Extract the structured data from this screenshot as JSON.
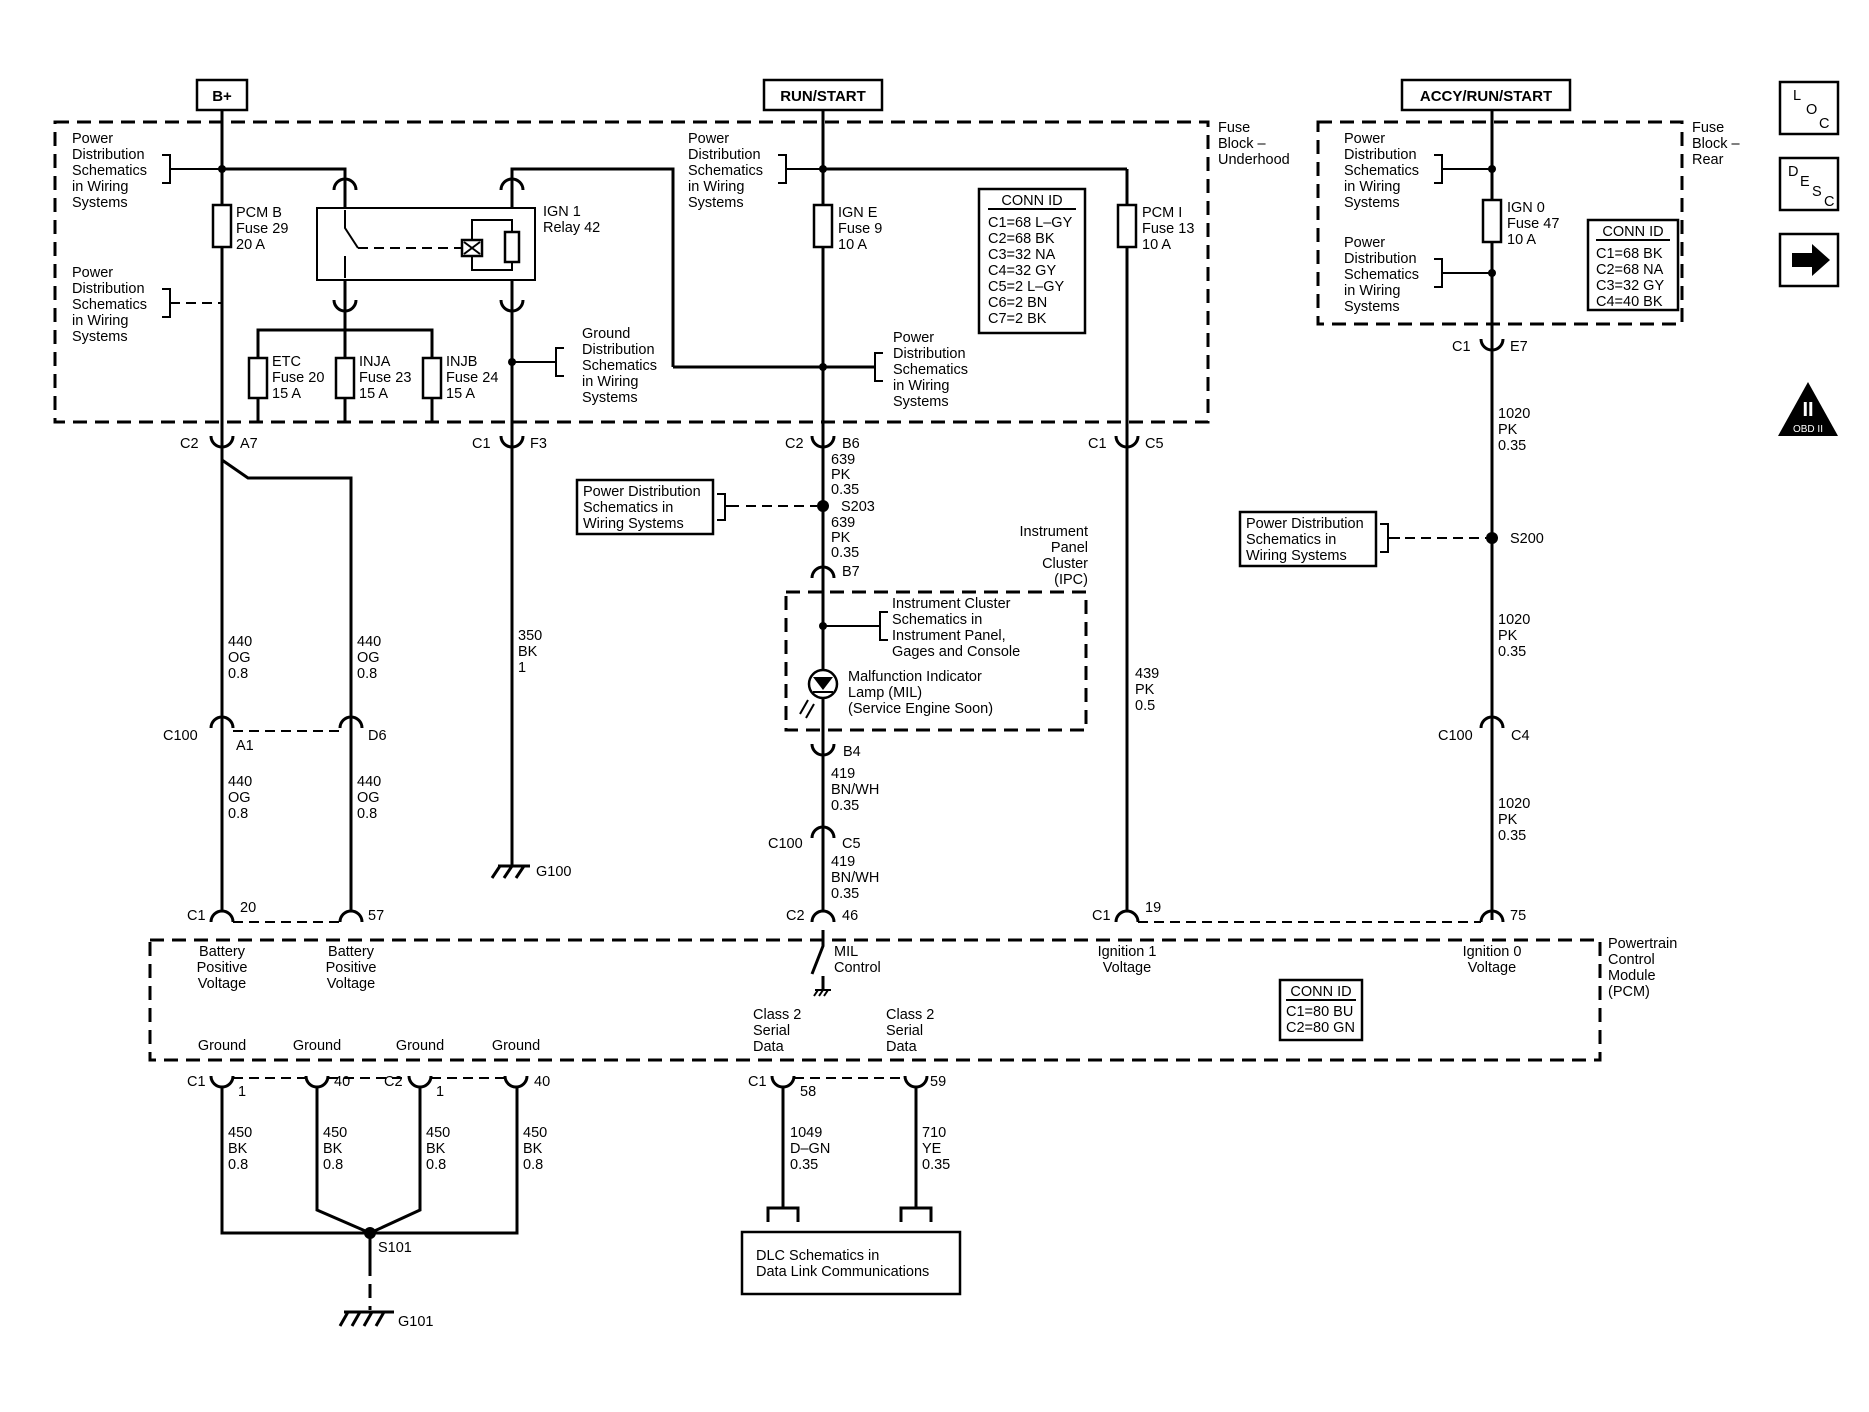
{
  "headers": {
    "bplus": "B+",
    "run_start": "RUN/START",
    "accy": "ACCY/RUN/START"
  },
  "nav": {
    "loc": [
      "L",
      "O",
      "C"
    ],
    "desc": [
      "D",
      "E",
      "S",
      "C"
    ],
    "obd": "OBD II",
    "obd_roman": "II"
  },
  "fuse_blocks": {
    "underhood": [
      "Fuse",
      "Block –",
      "Underhood"
    ],
    "rear": [
      "Fuse",
      "Block –",
      "Rear"
    ]
  },
  "refs": {
    "pd_a": [
      "Power",
      "Distribution",
      "Schematics",
      "in Wiring",
      "Systems"
    ],
    "pd_b": [
      "Power",
      "Distribution",
      "Schematics",
      "in Wiring",
      "Systems"
    ],
    "pd_c": [
      "Power",
      "Distribution",
      "Schematics",
      "in Wiring",
      "Systems"
    ],
    "pd_d": [
      "Power",
      "Distribution",
      "Schematics",
      "in Wiring",
      "Systems"
    ],
    "pd_e": [
      "Power",
      "Distribution",
      "Schematics",
      "in Wiring",
      "Systems"
    ],
    "pd_f": [
      "Power",
      "Distribution",
      "Schematics",
      "in Wiring",
      "Systems"
    ],
    "gd": [
      "Ground",
      "Distribution",
      "Schematics",
      "in Wiring",
      "Systems"
    ],
    "pd_box1": [
      "Power Distribution",
      "Schematics in",
      "Wiring Systems"
    ],
    "pd_box2": [
      "Power Distribution",
      "Schematics in",
      "Wiring Systems"
    ],
    "ic": [
      "Instrument Cluster",
      "Schematics in",
      "Instrument Panel,",
      "Gages and Console"
    ],
    "dlc": [
      "DLC Schematics in",
      "Data Link Communications"
    ]
  },
  "fuses": {
    "pcmb": [
      "PCM B",
      "Fuse 29",
      "20 A"
    ],
    "etc": [
      "ETC",
      "Fuse 20",
      "15 A"
    ],
    "inja": [
      "INJA",
      "Fuse 23",
      "15 A"
    ],
    "injb": [
      "INJB",
      "Fuse 24",
      "15 A"
    ],
    "igne": [
      "IGN E",
      "Fuse 9",
      "10 A"
    ],
    "pcmi": [
      "PCM I",
      "Fuse 13",
      "10 A"
    ],
    "ign0": [
      "IGN 0",
      "Fuse 47",
      "10 A"
    ]
  },
  "relay": [
    "IGN 1",
    "Relay 42"
  ],
  "conn_id_uh": {
    "title": "CONN ID",
    "lines": [
      "C1=68 L–GY",
      "C2=68 BK",
      "C3=32 NA",
      "C4=32 GY",
      "C5=2 L–GY",
      "C6=2 BN",
      "C7=2 BK"
    ]
  },
  "conn_id_rear": {
    "title": "CONN ID",
    "lines": [
      "C1=68 BK",
      "C2=68 NA",
      "C3=32 GY",
      "C4=40 BK"
    ]
  },
  "conn_id_pcm": {
    "title": "CONN ID",
    "lines": [
      "C1=80 BU",
      "C2=80 GN"
    ]
  },
  "connectors": {
    "c2a7": [
      "C2",
      "A7"
    ],
    "c1f3": [
      "C1",
      "F3"
    ],
    "c2b6": [
      "C2",
      "B6"
    ],
    "c1c5": [
      "C1",
      "C5"
    ],
    "c1e7": [
      "C1",
      "E7"
    ],
    "b7": "B7",
    "b4": "B4",
    "c100a1": [
      "C100",
      "A1"
    ],
    "d6": "D6",
    "c100c5": [
      "C100",
      "C5"
    ],
    "c100c4": [
      "C100",
      "C4"
    ],
    "pcm20": [
      "C1",
      "20"
    ],
    "pcm57": "57",
    "pcm46": [
      "C2",
      "46"
    ],
    "pcm19": [
      "C1",
      "19"
    ],
    "pcm75": "75",
    "g1": [
      "C1",
      "1"
    ],
    "g40a": "40",
    "g2": [
      "C2",
      "1"
    ],
    "g40b": "40",
    "c58": [
      "C1",
      "58"
    ],
    "c59": "59"
  },
  "wires": {
    "w440a": [
      "440",
      "OG",
      "0.8"
    ],
    "w440b": [
      "440",
      "OG",
      "0.8"
    ],
    "w440c": [
      "440",
      "OG",
      "0.8"
    ],
    "w440d": [
      "440",
      "OG",
      "0.8"
    ],
    "w350": [
      "350",
      "BK",
      "1"
    ],
    "w639a": [
      "639",
      "PK",
      "0.35"
    ],
    "w639b": [
      "639",
      "PK",
      "0.35"
    ],
    "w419a": [
      "419",
      "BN/WH",
      "0.35"
    ],
    "w419b": [
      "419",
      "BN/WH",
      "0.35"
    ],
    "w439": [
      "439",
      "PK",
      "0.5"
    ],
    "w1020a": [
      "1020",
      "PK",
      "0.35"
    ],
    "w1020b": [
      "1020",
      "PK",
      "0.35"
    ],
    "w1020c": [
      "1020",
      "PK",
      "0.35"
    ],
    "w450a": [
      "450",
      "BK",
      "0.8"
    ],
    "w450b": [
      "450",
      "BK",
      "0.8"
    ],
    "w450c": [
      "450",
      "BK",
      "0.8"
    ],
    "w450d": [
      "450",
      "BK",
      "0.8"
    ],
    "w1049": [
      "1049",
      "D–GN",
      "0.35"
    ],
    "w710": [
      "710",
      "YE",
      "0.35"
    ]
  },
  "splices": {
    "s203": "S203",
    "s200": "S200",
    "s101": "S101"
  },
  "grounds": {
    "g100": "G100",
    "g101": "G101"
  },
  "ipc": [
    "Instrument",
    "Panel",
    "Cluster",
    "(IPC)"
  ],
  "mil": [
    "Malfunction Indicator",
    "Lamp (MIL)",
    "(Service Engine Soon)"
  ],
  "pcm": {
    "name": [
      "Powertrain",
      "Control",
      "Module",
      "(PCM)"
    ],
    "bpv1": [
      "Battery",
      "Positive",
      "Voltage"
    ],
    "bpv2": [
      "Battery",
      "Positive",
      "Voltage"
    ],
    "mil": [
      "MIL",
      "Control"
    ],
    "ign1": [
      "Ignition 1",
      "Voltage"
    ],
    "ign0": [
      "Ignition 0",
      "Voltage"
    ],
    "grounds": [
      "Ground",
      "Ground",
      "Ground",
      "Ground"
    ],
    "c2sd1": [
      "Class 2",
      "Serial",
      "Data"
    ],
    "c2sd2": [
      "Class 2",
      "Serial",
      "Data"
    ]
  }
}
